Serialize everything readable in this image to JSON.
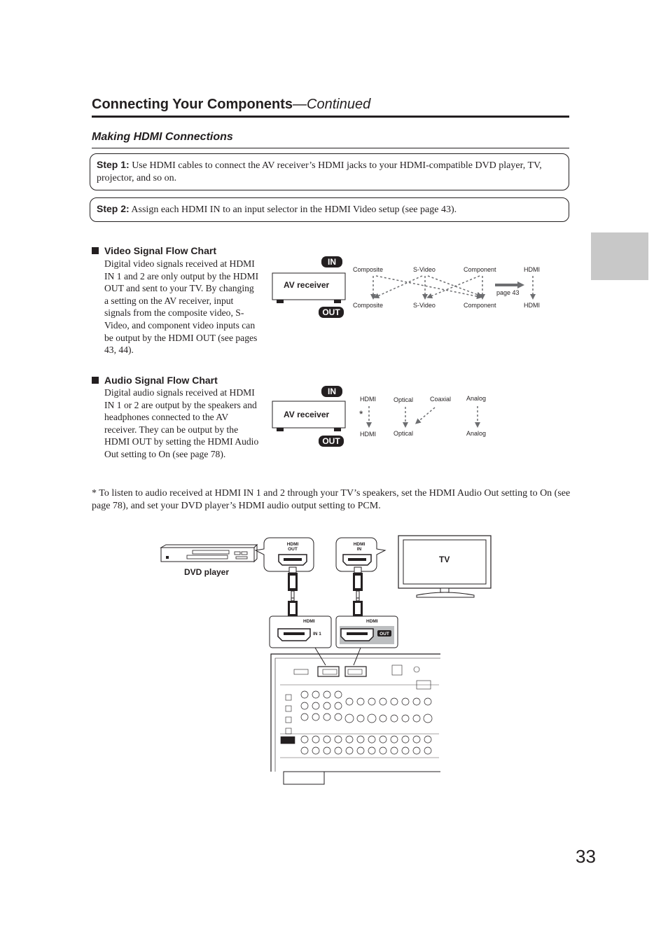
{
  "header": {
    "title": "Connecting Your Components",
    "title_suffix": "—Continued"
  },
  "section": {
    "title": "Making HDMI Connections"
  },
  "steps": [
    {
      "label": "Step 1:",
      "text": "Use HDMI cables to connect the AV receiver’s HDMI jacks to your HDMI-compatible DVD player, TV, projector, and so on."
    },
    {
      "label": "Step 2:",
      "text": "Assign each HDMI IN to an input selector in the HDMI Video setup (see page 43)."
    }
  ],
  "video_flow": {
    "heading": "Video Signal Flow Chart",
    "body": "Digital video signals received at HDMI IN 1 and 2 are only output by the HDMI OUT and sent to your TV. By changing a setting on the AV receiver, input signals from the composite video, S-Video, and component video inputs can be output by the HDMI OUT (see pages 43, 44).",
    "diagram": {
      "in_badge": "IN",
      "out_badge": "OUT",
      "receiver_label": "AV receiver",
      "inputs": [
        "Composite",
        "S-Video",
        "Component",
        "HDMI"
      ],
      "outputs": [
        "Composite",
        "S-Video",
        "Component",
        "HDMI"
      ],
      "page_ref": "page 43"
    }
  },
  "audio_flow": {
    "heading": "Audio Signal Flow Chart",
    "body": "Digital audio signals received at HDMI IN 1 or 2 are output by the speakers and headphones connected to the AV receiver. They can be output by the HDMI OUT by setting the HDMI Audio Out setting to On (see page 78).",
    "diagram": {
      "in_badge": "IN",
      "out_badge": "OUT",
      "receiver_label": "AV receiver",
      "inputs": [
        "HDMI",
        "Optical",
        "Coaxial",
        "Analog"
      ],
      "outputs": [
        "HDMI",
        "Optical",
        "Analog"
      ],
      "asterisk": "*"
    }
  },
  "footnote": "* To listen to audio received at HDMI IN 1 and 2 through your TV’s speakers, set the HDMI Audio Out setting to On (see page 78), and set your DVD player’s HDMI audio output setting to PCM.",
  "connection_diagram": {
    "dvd_label": "DVD player",
    "tv_label": "TV",
    "dvd_port_label": [
      "HDMI",
      "OUT"
    ],
    "tv_port_label": [
      "HDMI",
      "IN"
    ],
    "receiver_in_label": "HDMI",
    "receiver_in_sub": "IN 1",
    "receiver_out_label": "HDMI",
    "receiver_out_sub": "OUT"
  },
  "page_number": "33"
}
